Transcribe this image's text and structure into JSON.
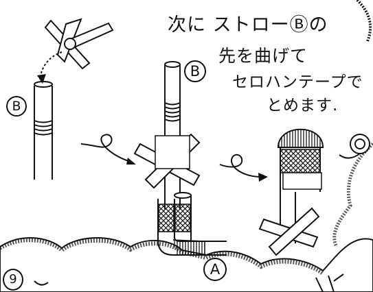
{
  "instructions": {
    "line1": "次に ストローⒷの",
    "line2": "先を曲げて",
    "line3": "セロハンテープで",
    "line4": "とめます."
  },
  "labels": {
    "b_step1": "B",
    "b_step2": "B",
    "a": "A",
    "step_number": "9"
  }
}
